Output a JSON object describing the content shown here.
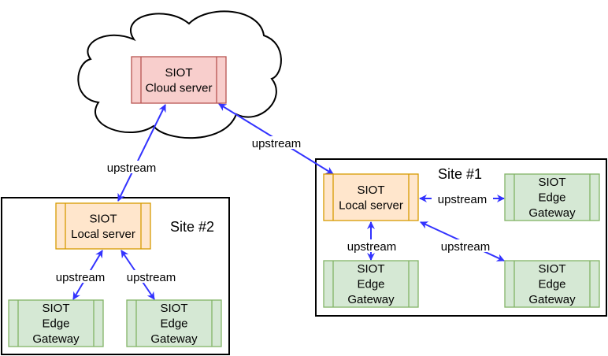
{
  "colors": {
    "cloud_node_fill": "#f8cecc",
    "cloud_node_stroke": "#b85450",
    "local_node_fill": "#ffe6cc",
    "local_node_stroke": "#d79b00",
    "edge_node_fill": "#d5e8d4",
    "edge_node_stroke": "#82b366",
    "arrow": "#3333ff",
    "site_border": "#000000"
  },
  "cloud": {
    "node": {
      "lines": [
        "SIOT",
        "Cloud server"
      ]
    }
  },
  "sites": [
    {
      "label": "Site #2",
      "local_server": {
        "lines": [
          "SIOT",
          "Local server"
        ]
      },
      "gateways": [
        {
          "lines": [
            "SIOT",
            "Edge",
            "Gateway"
          ]
        },
        {
          "lines": [
            "SIOT",
            "Edge",
            "Gateway"
          ]
        }
      ]
    },
    {
      "label": "Site #1",
      "local_server": {
        "lines": [
          "SIOT",
          "Local server"
        ]
      },
      "gateways": [
        {
          "lines": [
            "SIOT",
            "Edge",
            "Gateway"
          ]
        },
        {
          "lines": [
            "SIOT",
            "Edge",
            "Gateway"
          ]
        },
        {
          "lines": [
            "SIOT",
            "Edge",
            "Gateway"
          ]
        }
      ]
    }
  ],
  "connections": [
    {
      "from": "site2-local-server",
      "to": "cloud-server",
      "label": "upstream"
    },
    {
      "from": "site1-local-server",
      "to": "cloud-server",
      "label": "upstream"
    },
    {
      "from": "site2-gateway-1",
      "to": "site2-local-server",
      "label": "upstream"
    },
    {
      "from": "site2-gateway-2",
      "to": "site2-local-server",
      "label": "upstream"
    },
    {
      "from": "site1-gateway-top-right",
      "to": "site1-local-server",
      "label": "upstream"
    },
    {
      "from": "site1-gateway-bottom-left",
      "to": "site1-local-server",
      "label": "upstream"
    },
    {
      "from": "site1-gateway-bottom-right",
      "to": "site1-local-server",
      "label": "upstream"
    }
  ]
}
